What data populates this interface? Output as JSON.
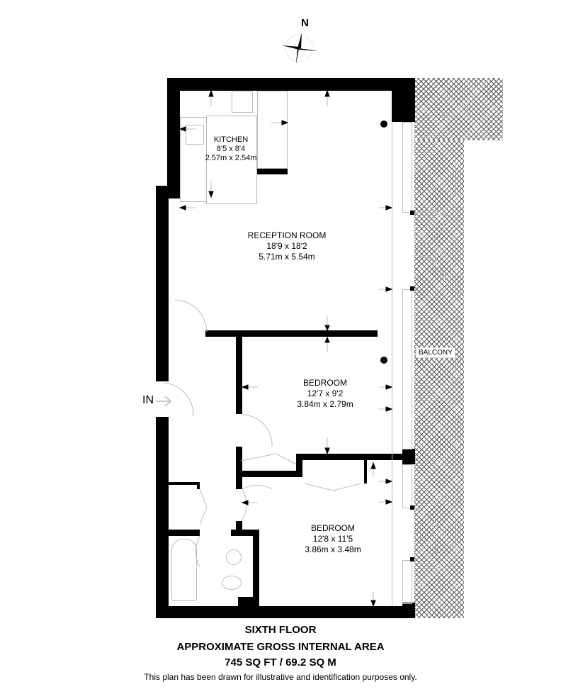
{
  "compass": {
    "label": "N",
    "icon": "compass-rose-icon"
  },
  "rooms": {
    "kitchen": {
      "name": "KITCHEN",
      "imperial": "8'5 x 8'4",
      "metric": "2.57m x 2.54m"
    },
    "reception": {
      "name": "RECEPTION ROOM",
      "imperial": "18'9 x 18'2",
      "metric": "5.71m x 5.54m"
    },
    "bedroom1": {
      "name": "BEDROOM",
      "imperial": "12'7 x 9'2",
      "metric": "3.84m x 2.79m"
    },
    "bedroom2": {
      "name": "BEDROOM",
      "imperial": "12'8 x 11'5",
      "metric": "3.86m x 3.48m"
    },
    "balcony": {
      "name": "BALCONY"
    }
  },
  "entrance": {
    "label": "IN"
  },
  "footer": {
    "floor": "SIXTH FLOOR",
    "area_title": "APPROXIMATE GROSS INTERNAL AREA",
    "area_value": "745 SQ FT / 69.2 SQ M",
    "disclaimer": "This plan has been drawn for illustrative and identification purposes only."
  },
  "colors": {
    "wall": "#000000",
    "fixture": "#bbbbbb",
    "hatch": "#555555"
  }
}
